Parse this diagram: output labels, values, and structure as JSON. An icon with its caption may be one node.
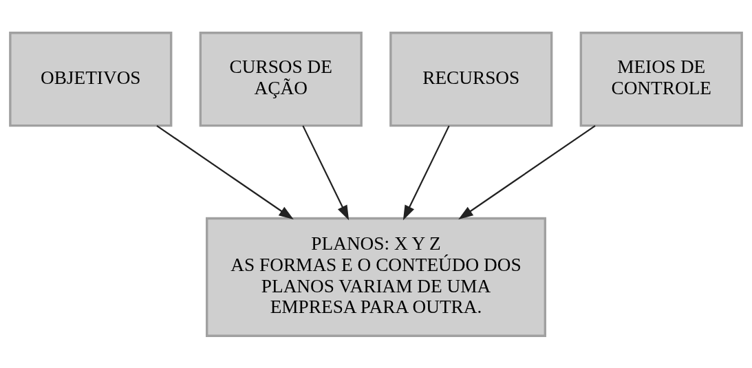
{
  "diagram": {
    "nodes": [
      {
        "text": [
          "OBJETIVOS"
        ]
      },
      {
        "text": [
          "CURSOS DE AÇÃO"
        ]
      },
      {
        "text": [
          "RECURSOS"
        ]
      },
      {
        "text": [
          "MEIOS DE CONTROLE"
        ]
      },
      {
        "text": [
          "PLANOS: X Y Z",
          "AS FORMAS E O CONTEÚDO DOS PLANOS VARIAM DE UMA EMPRESA PARA OUTRA."
        ]
      }
    ],
    "edges": [
      {
        "from": 0,
        "to": 4,
        "arrow": "to"
      },
      {
        "from": 1,
        "to": 4,
        "arrow": "to"
      },
      {
        "from": 2,
        "to": 4,
        "arrow": "to"
      },
      {
        "from": 3,
        "to": 4,
        "arrow": "to"
      }
    ]
  }
}
